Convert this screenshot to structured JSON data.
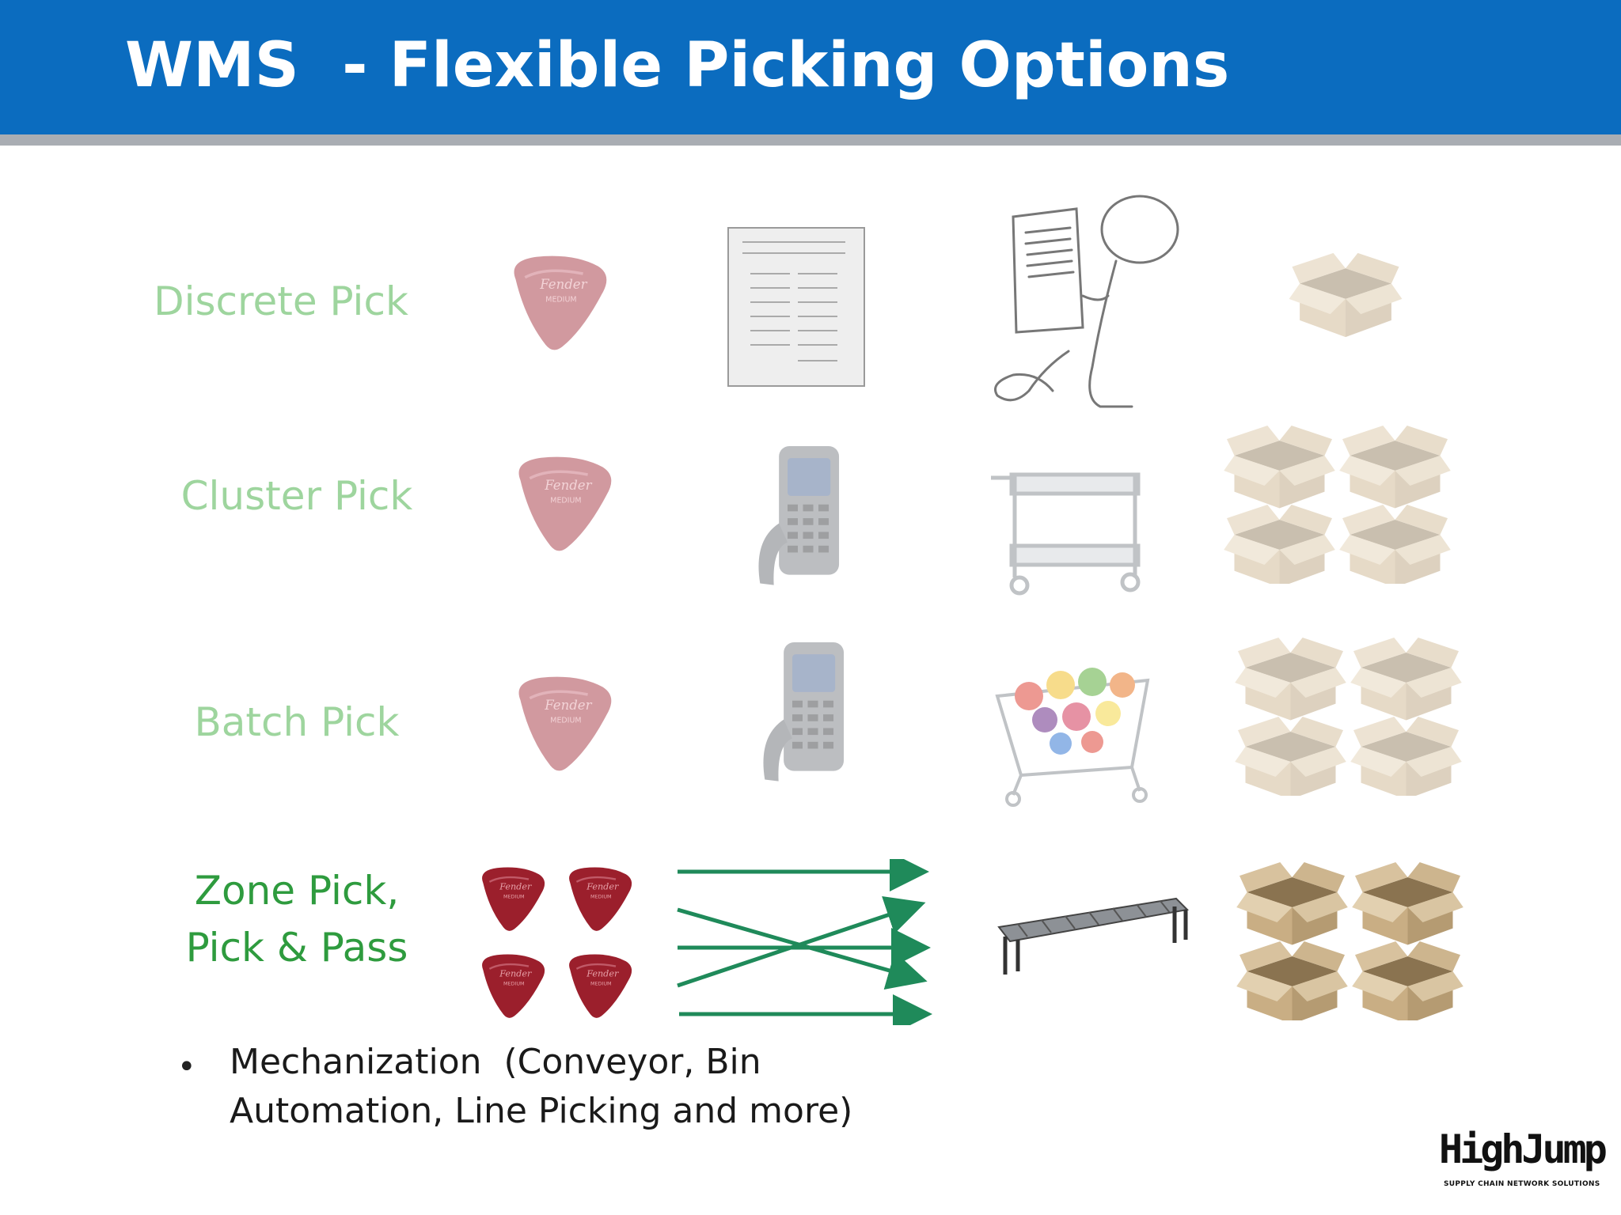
{
  "header": {
    "title": "WMS  - Flexible Picking Options",
    "bg_color": "#0b6cbf",
    "rule_color": "#a9adb3"
  },
  "rows": [
    {
      "label": "Discrete Pick"
    },
    {
      "label": "Cluster Pick"
    },
    {
      "label": "Batch Pick"
    },
    {
      "label_line1": "Zone Pick,",
      "label_line2": "Pick & Pass"
    }
  ],
  "bullet": {
    "line1": "Mechanization  (Conveyor, Bin",
    "line2": "Automation, Line Picking and more)"
  },
  "logo": {
    "name": "HighJump",
    "tagline": "SUPPLY CHAIN NETWORK SOLUTIONS"
  },
  "colors": {
    "label_light": "#6bbf6b",
    "label_zone": "#2e9b3e",
    "arrow": "#1f8a5a",
    "pick": "#9b1f2c",
    "box": "#b59b72"
  },
  "icons": [
    "guitar-pick-icon",
    "paper-list-icon",
    "person-reading-icon",
    "open-box-icon",
    "handheld-scanner-icon",
    "cart-icon",
    "shopping-cart-icon",
    "conveyor-icon",
    "arrows-icon"
  ]
}
